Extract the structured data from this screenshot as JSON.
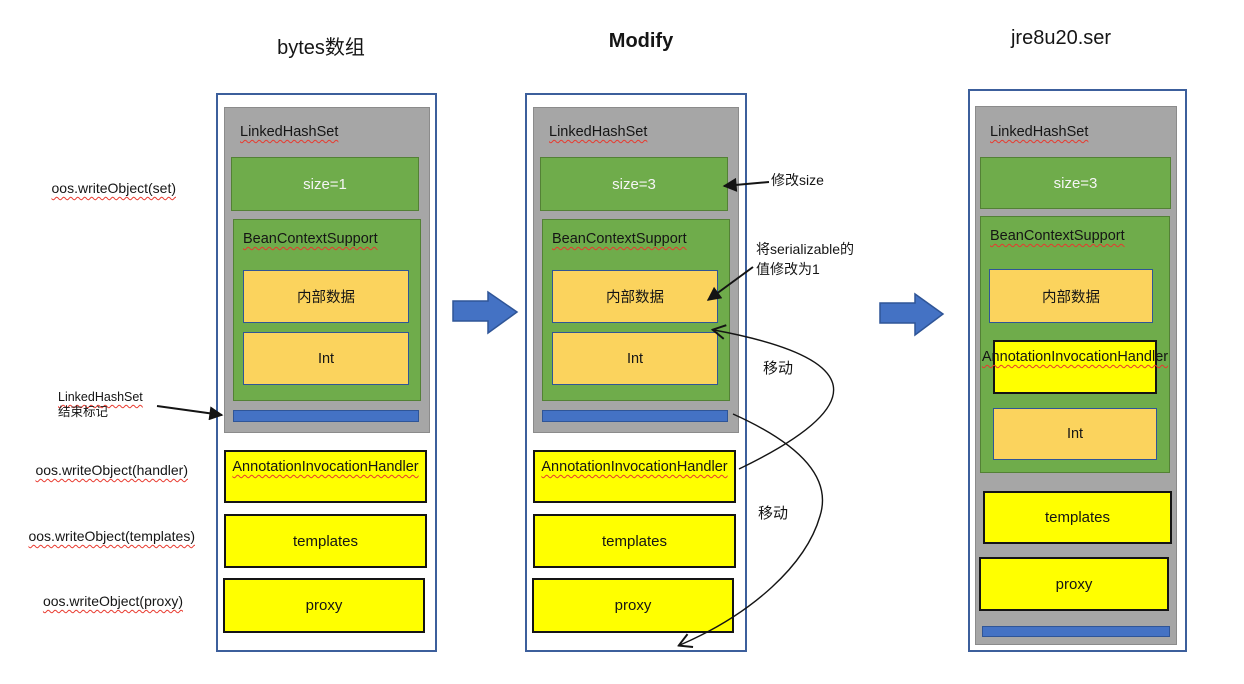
{
  "titles": {
    "left": "bytes数组",
    "middle": "Modify",
    "right": "jre8u20.ser"
  },
  "side_labels": {
    "write_set": "oos.writeObject(set)",
    "write_handler": "oos.writeObject(handler)",
    "write_templates": "oos.writeObject(templates)",
    "write_proxy": "oos.writeObject(proxy)",
    "end_marker_line1": "LinkedHashSet",
    "end_marker_line2": "结束标记"
  },
  "columns": {
    "left": {
      "class_label": "LinkedHashSet",
      "size_label": "size=1",
      "bean_label": "BeanContextSupport",
      "inner_data_label": "内部数据",
      "int_label": "Int",
      "handler_label": "AnnotationInvocationHandler",
      "templates_label": "templates",
      "proxy_label": "proxy"
    },
    "middle": {
      "class_label": "LinkedHashSet",
      "size_label": "size=3",
      "bean_label": "BeanContextSupport",
      "inner_data_label": "内部数据",
      "int_label": "Int",
      "handler_label": "AnnotationInvocationHandler",
      "templates_label": "templates",
      "proxy_label": "proxy"
    },
    "right": {
      "class_label": "LinkedHashSet",
      "size_label": "size=3",
      "bean_label": "BeanContextSupport",
      "inner_data_label": "内部数据",
      "handler_label": "AnnotationInvocationHandler",
      "int_label": "Int",
      "templates_label": "templates",
      "proxy_label": "proxy"
    }
  },
  "annotations": {
    "modify_size": "修改size",
    "serializable_line1": "将serializable的",
    "serializable_line2": "值修改为1",
    "move_top": "移动",
    "move_bottom": "移动"
  },
  "colors": {
    "green": "#6fac4b",
    "gray": "#a6a6a6",
    "yellow": "#ffff00",
    "orange": "#fbd35d",
    "blue_bar": "#4472c4",
    "container_border": "#3c5f9c",
    "flow_arrow": "#4472c4",
    "misspell_underline": "#e8392e"
  }
}
